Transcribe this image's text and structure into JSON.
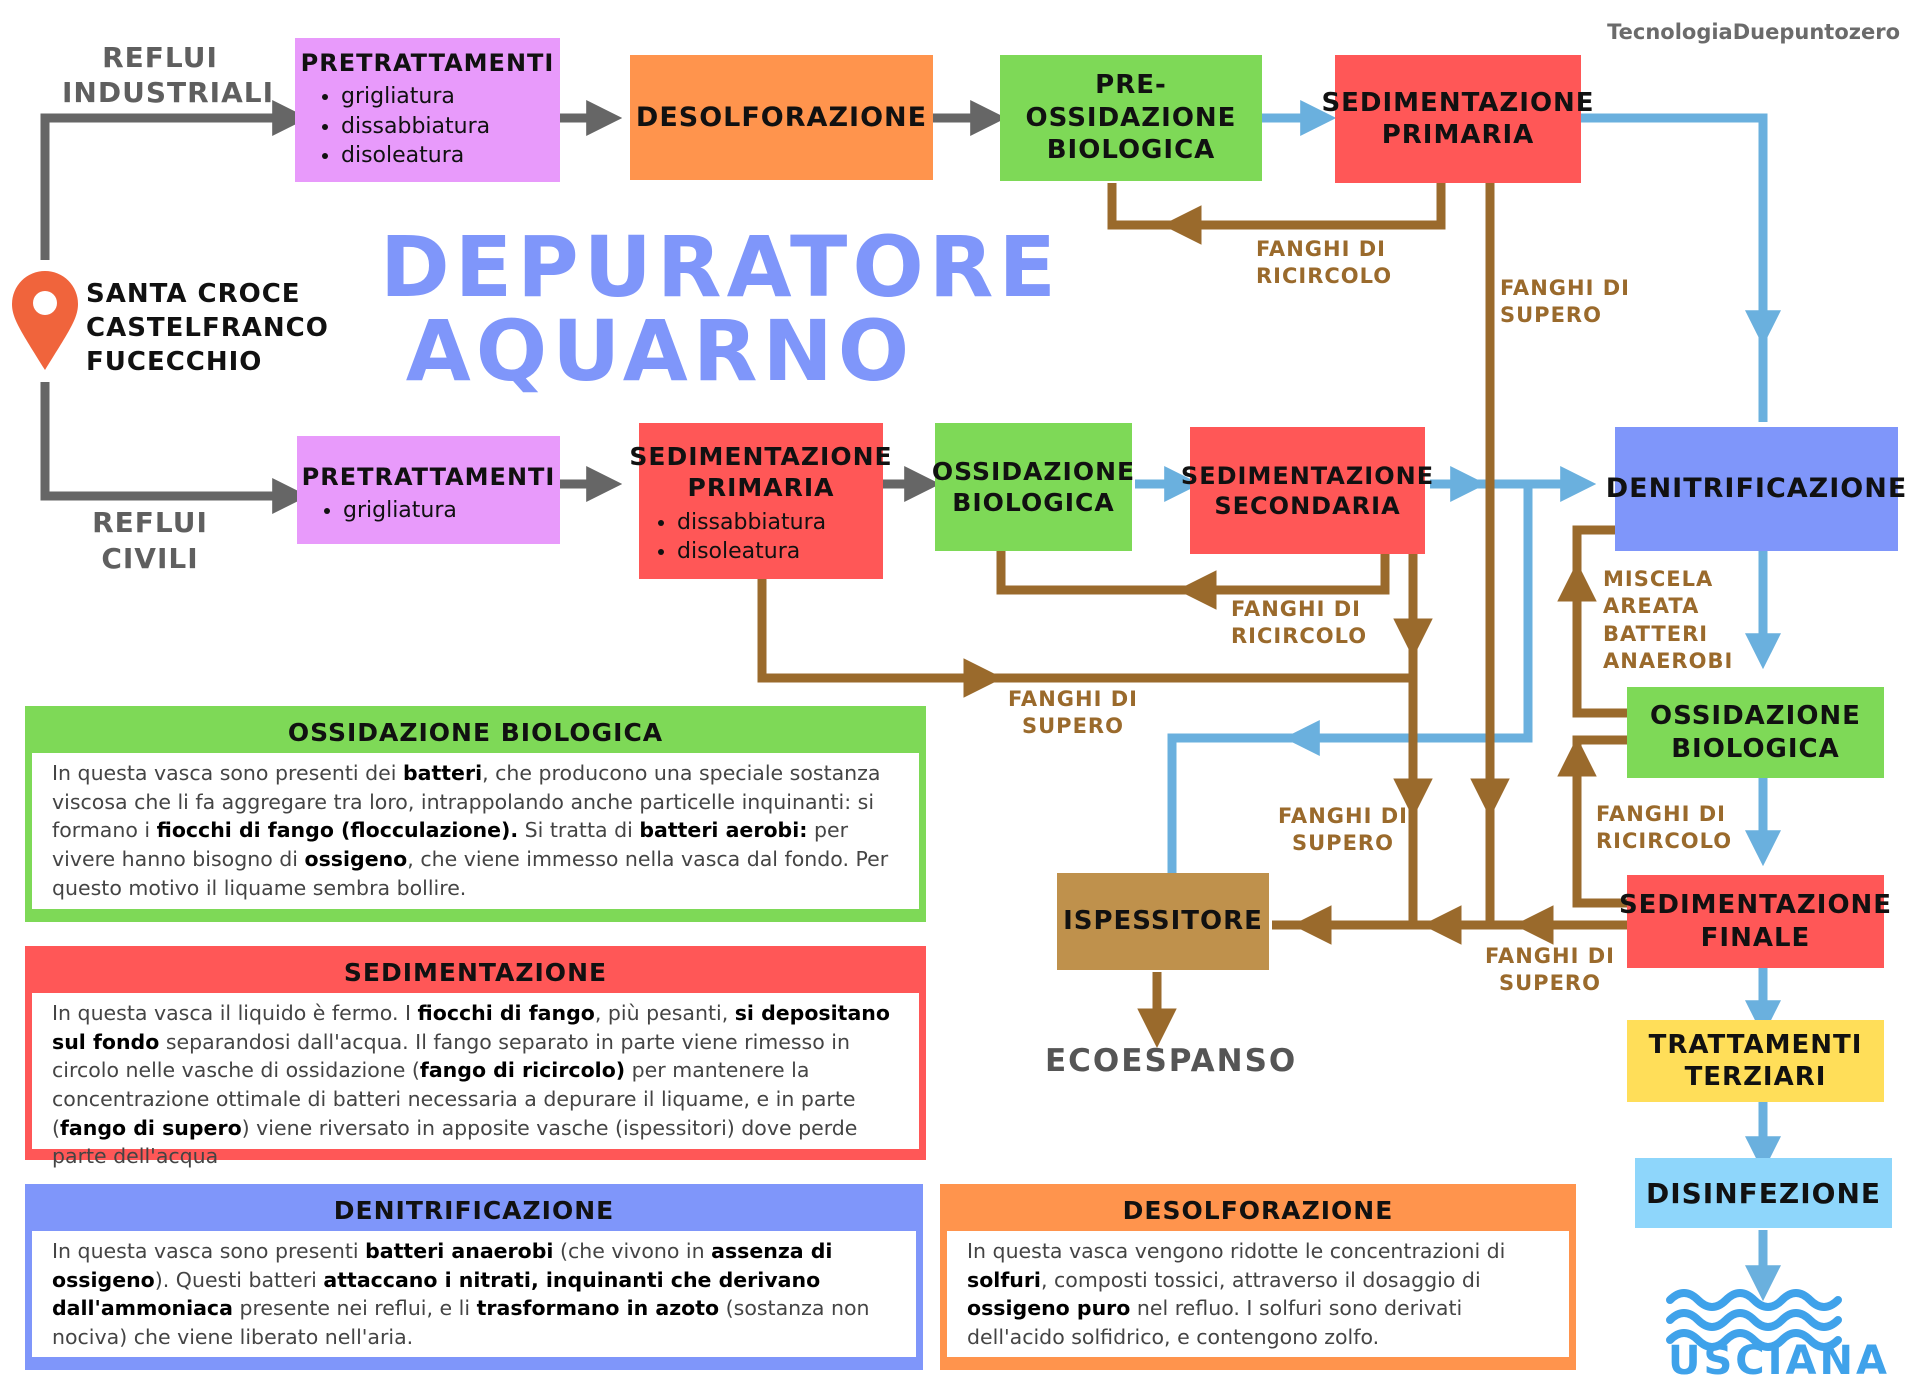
{
  "watermark": "TecnologiaDuepuntozero",
  "title": {
    "line1": "DEPURATORE",
    "line2": "AQUARNO"
  },
  "location": {
    "text": "SANTA CROCE\nCASTELFRANCO\nFUCECCHIO"
  },
  "inputs": {
    "industrial": "REFLUI\nINDUSTRIALI",
    "civil": "REFLUI\nCIVILI"
  },
  "boxes": {
    "pre_ind": {
      "title": "PRETRATTAMENTI",
      "items": [
        "grigliatura",
        "dissabbiatura",
        "disoleatura"
      ]
    },
    "desolf": {
      "title": "DESOLFORAZIONE"
    },
    "preox": {
      "title": "PRE-OSSIDAZIONE\nBIOLOGICA"
    },
    "sed_prim_top": {
      "title": "SEDIMENTAZIONE\nPRIMARIA"
    },
    "pre_civ": {
      "title": "PRETRATTAMENTI",
      "items": [
        "grigliatura"
      ]
    },
    "sed_prim_bot": {
      "title": "SEDIMENTAZIONE\nPRIMARIA",
      "items": [
        "dissabbiatura",
        "disoleatura"
      ]
    },
    "ox_bio": {
      "title": "OSSIDAZIONE\nBIOLOGICA"
    },
    "sed_sec": {
      "title": "SEDIMENTAZIONE\nSECONDARIA"
    },
    "denitr": {
      "title": "DENITRIFICAZIONE"
    },
    "ox_bio_right": {
      "title": "OSSIDAZIONE\nBIOLOGICA"
    },
    "sed_fin": {
      "title": "SEDIMENTAZIONE\nFINALE"
    },
    "tratt": {
      "title": "TRATTAMENTI\nTERZIARI"
    },
    "disinf": {
      "title": "DISINFEZIONE"
    },
    "ispess": {
      "title": "ISPESSITORE"
    }
  },
  "labels": {
    "ricircolo_top": "FANGHI DI\nRICIRCOLO",
    "supero_top": "FANGHI DI\nSUPERO",
    "ricircolo_mid": "FANGHI DI\nRICIRCOLO",
    "supero_mid": "FANGHI DI\nSUPERO",
    "supero_low": "FANGHI DI\nSUPERO",
    "miscela": "MISCELA\nAREATA\nBATTERI\nANAEROBI",
    "ricircolo_right": "FANGHI DI\nRICIRCOLO",
    "supero_right": "FANGHI DI\nSUPERO",
    "ecoespanso": "ECOESPANSO",
    "usciana": "USCIANA"
  },
  "panels": {
    "ox": {
      "title": "OSSIDAZIONE BIOLOGICA",
      "text": [
        {
          "t": "In questa vasca sono presenti dei "
        },
        {
          "t": "batteri",
          "b": true
        },
        {
          "t": ", che producono una speciale sostanza viscosa che li fa aggregare tra loro, intrappolando anche particelle inquinanti: si formano i "
        },
        {
          "t": "fiocchi di fango (flocculazione).",
          "b": true
        },
        {
          "t": " Si tratta di "
        },
        {
          "t": "batteri aerobi:",
          "b": true
        },
        {
          "t": " per vivere hanno bisogno di "
        },
        {
          "t": "ossigeno",
          "b": true
        },
        {
          "t": ", che viene immesso nella vasca dal fondo. Per questo motivo il liquame sembra bollire."
        }
      ]
    },
    "sed": {
      "title": "SEDIMENTAZIONE",
      "text": [
        {
          "t": "In questa vasca il liquido è fermo. I "
        },
        {
          "t": "fiocchi di fango",
          "b": true
        },
        {
          "t": ", più pesanti, "
        },
        {
          "t": "si depositano sul fondo",
          "b": true
        },
        {
          "t": " separandosi dall'acqua. Il fango separato in parte viene rimesso in circolo nelle vasche di ossidazione ("
        },
        {
          "t": "fango di ricircolo)",
          "b": true
        },
        {
          "t": " per mantenere la concentrazione ottimale di batteri necessaria a depurare il liquame, e in parte ("
        },
        {
          "t": "fango di supero",
          "b": true
        },
        {
          "t": ") viene riversato in apposite vasche (ispessitori) dove perde parte dell'acqua"
        }
      ]
    },
    "den": {
      "title": "DENITRIFICAZIONE",
      "text": [
        {
          "t": "In questa vasca sono presenti "
        },
        {
          "t": "batteri anaerobi",
          "b": true
        },
        {
          "t": " (che vivono in "
        },
        {
          "t": "assenza di ossigeno",
          "b": true
        },
        {
          "t": "). Questi batteri "
        },
        {
          "t": "attaccano i nitrati, inquinanti che derivano dall'ammoniaca",
          "b": true
        },
        {
          "t": " presente nei reflui, e li "
        },
        {
          "t": "trasformano in azoto",
          "b": true
        },
        {
          "t": " (sostanza non nociva) che viene liberato nell'aria."
        }
      ]
    },
    "des": {
      "title": "DESOLFORAZIONE",
      "text": [
        {
          "t": "In questa vasca vengono ridotte le concentrazioni di "
        },
        {
          "t": "solfuri",
          "b": true
        },
        {
          "t": ", composti tossici, attraverso il dosaggio di "
        },
        {
          "t": "ossigeno puro",
          "b": true
        },
        {
          "t": " nel refluo. I solfuri sono derivati dell'acido solfidrico, e contengono zolfo."
        }
      ]
    }
  },
  "colors": {
    "gray_arrow": "#666666",
    "blue_arrow": "#6ab0de",
    "brown_arrow": "#9a6a2c",
    "title": "#7f96fa",
    "pin": "#f0643c"
  }
}
